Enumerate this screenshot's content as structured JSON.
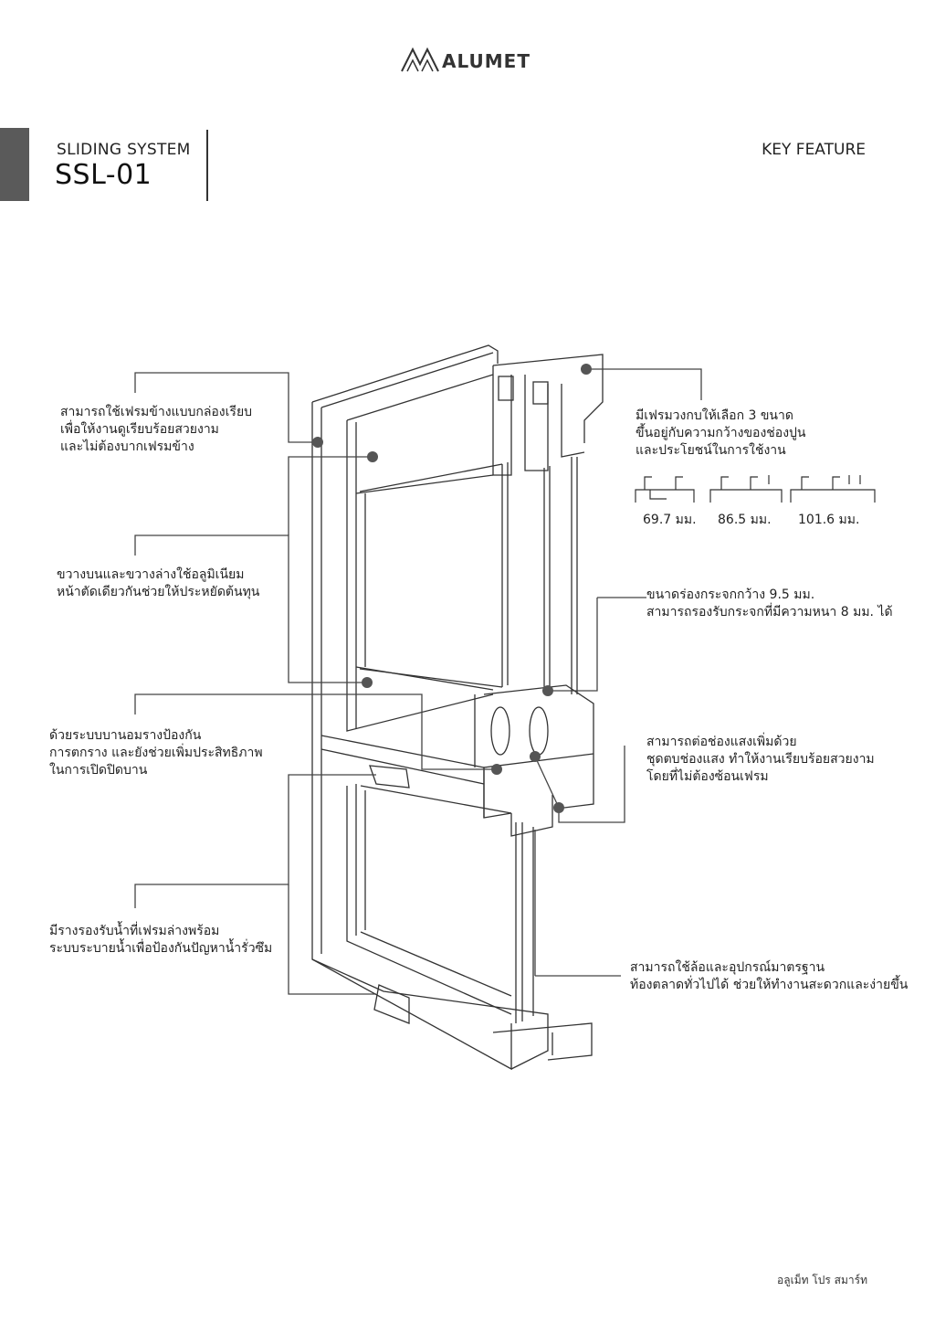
{
  "brand": {
    "name": "ALUMET"
  },
  "header": {
    "system_label": "SLIDING SYSTEM",
    "system_code": "SSL-01",
    "section_title": "KEY FEATURE"
  },
  "callouts": {
    "side_frame": [
      "สามารถใช้เฟรมข้างแบบกล่องเรียบ",
      "เพื่อให้งานดูเรียบร้อยสวยงาม",
      "และไม่ต้องบากเฟรมข้าง"
    ],
    "rails": [
      "ขวางบนและขวางล่างใช้อลูมิเนียม",
      "หน้าตัดเดียวกันช่วยให้ประหยัดต้นทุน"
    ],
    "anti_lift": [
      "ด้วยระบบบานอมรางป้องกัน",
      "การตกราง และยังช่วยเพิ่มประสิทธิภาพ",
      "ในการเปิดปิดบาน"
    ],
    "drainage": [
      "มีรางรองรับน้ำที่เฟรมล่างพร้อม",
      "ระบบระบายน้ำเพื่อป้องกันปัญหาน้ำรั่วซึม"
    ],
    "frame_sizes": [
      "มีเฟรมวงกบให้เลือก 3 ขนาด",
      "ขึ้นอยู่กับความกว้างของช่องปูน",
      "และประโยชน์ในการใช้งาน"
    ],
    "glass_slot": [
      "ขนาดร่องกระจกกว้าง 9.5 มม.",
      "สามารถรองรับกระจกที่มีความหนา 8 มม. ได้"
    ],
    "extension": [
      "สามารถต่อช่องแสงเพิ่มด้วย",
      "ชุดตบช่องแสง ทำให้งานเรียบร้อยสวยงาม",
      "โดยที่ไม่ต้องซ้อนเฟรม"
    ],
    "hardware": [
      "สามารถใช้ล้อและอุปกรณ์มาตรฐาน",
      "ท้องตลาดทั่วไปได้ ช่วยให้ทำงานสะดวกและง่ายขึ้น"
    ]
  },
  "frame_dimensions": [
    "69.7 มม.",
    "86.5 มม.",
    "101.6 มม."
  ],
  "footer": {
    "text": "อลูเม็ท โปร สมาร์ท"
  },
  "colors": {
    "line": "#333333",
    "dot": "#555555",
    "side_tab": "#5a5a5a"
  }
}
